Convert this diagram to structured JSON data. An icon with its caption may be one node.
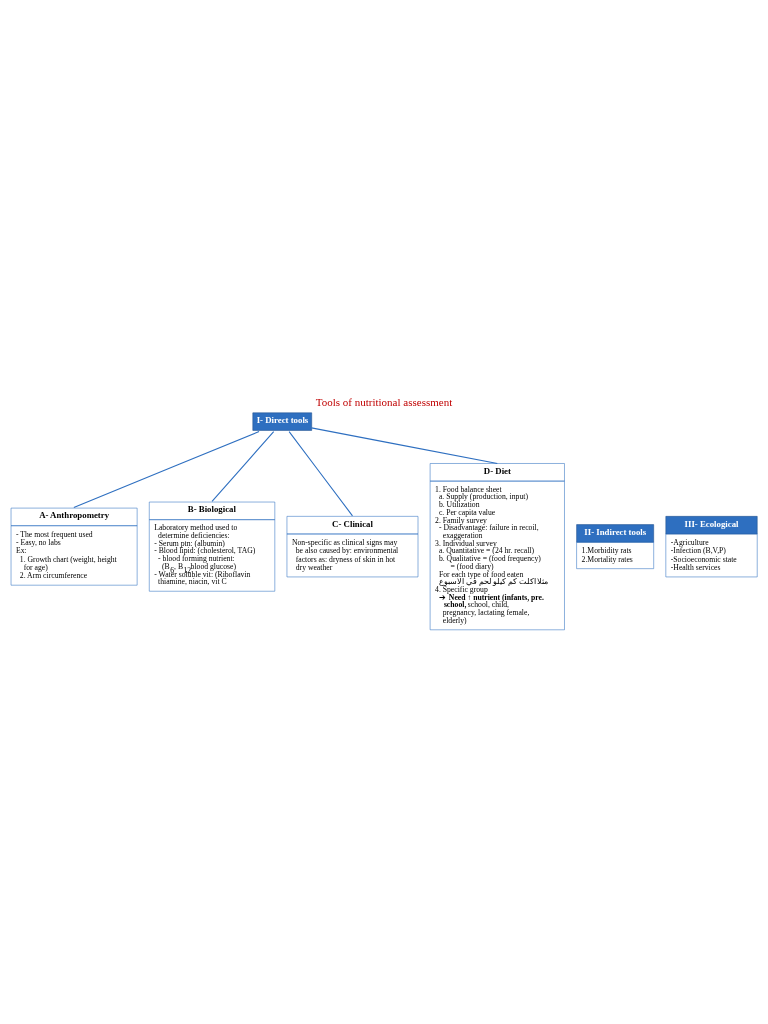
{
  "diagram": {
    "title": "Tools of nutritional assessment",
    "nodes": [
      {
        "text": [
          "I- Direct tools"
        ]
      },
      {
        "text": [
          "A- Anthropometry",
          "- The most frequent used",
          "- Easy, no labs",
          "Ex:",
          "1. Growth chart (weight, height for age)",
          "2. Arm circumference"
        ]
      },
      {
        "text": [
          "B- Biological",
          "Laboratory method used to determine deficiencies:",
          "- Serum ptn: (albumin)",
          "- Blood lipid: (cholesterol, TAG)",
          "- blood forming nutrient: (B$_{6}$, B$_{12}$blood glucose)",
          "- Water soluble vit: (Riboflavin thiamine, niacin, vit C"
        ]
      },
      {
        "text": [
          "C- Clinical",
          "Non-specific as clinical signs may be also caused by: environmental factors as: dryness of skin in hot dry weather"
        ]
      },
      {
        "text": [
          "D- Diet",
          "1. Food balance sheet",
          "a. Supply (production, input)",
          "b. Utilization",
          "c. Per capita value",
          "2. Family survey",
          "- Disadvantage: failure in recoil, exaggeration",
          "3. Individual survey",
          "a. Quantitative = (24 hr. recall)",
          "b. Qualitative = (food frequency)",
          "= (food diary)",
          "For each type of food eaten",
          "مثلا اكلت كم كيلو لحم في الاسبوع",
          "4. Specific group",
          "➔ **Need ↑ nutrient (infants, pre. school,** school, child, pregnancy, lactating female, elderly)"
        ]
      },
      {
        "text": [
          "II- Indirect tools",
          "1.Morbidity rats",
          "2.Mortality rates"
        ]
      },
      {
        "text": [
          "III- Ecological",
          "-Agriculture",
          "-Infection (B,V,P)",
          "-Socioeconomic state",
          "-Health services"
        ]
      }
    ],
    "edges": [
      {
        "from": 0,
        "to": 1,
        "arrow": "none"
      },
      {
        "from": 0,
        "to": 2,
        "arrow": "none"
      },
      {
        "from": 0,
        "to": 3,
        "arrow": "none"
      },
      {
        "from": 0,
        "to": 4,
        "arrow": "none"
      }
    ]
  }
}
